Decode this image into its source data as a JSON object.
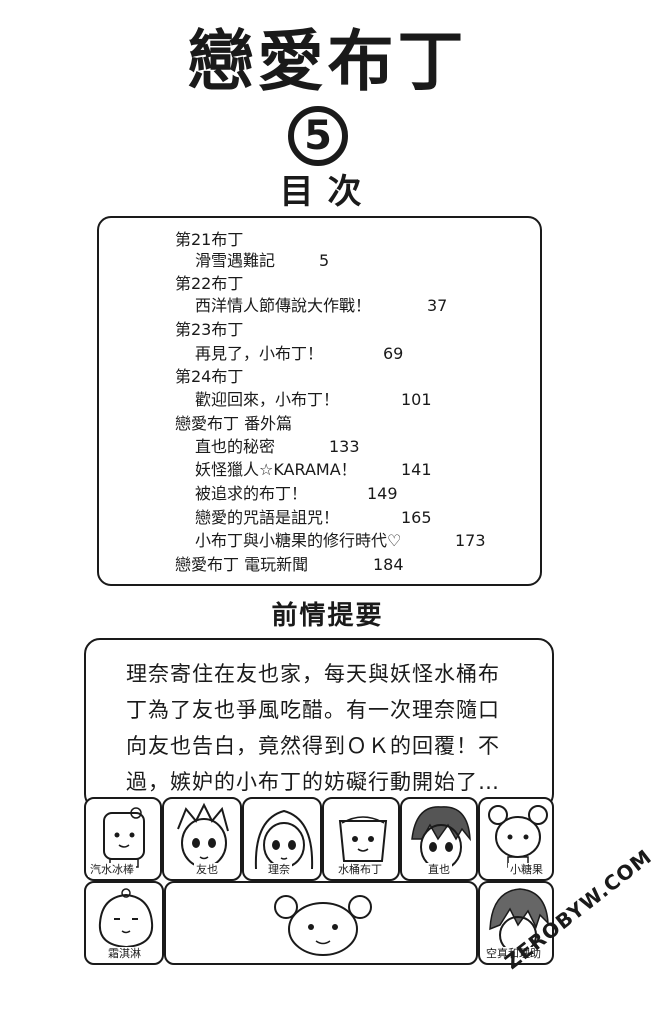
{
  "title": "戀愛布丁",
  "volume": "5",
  "toc": {
    "heading": "目次",
    "entries": [
      {
        "text": "第21布丁",
        "page": ""
      },
      {
        "text": "滑雪遇難記",
        "page": "5"
      },
      {
        "text": "第22布丁",
        "page": ""
      },
      {
        "text": "西洋情人節傳說大作戰！",
        "page": "37"
      },
      {
        "text": "第23布丁",
        "page": ""
      },
      {
        "text": "再見了，小布丁！",
        "page": "69"
      },
      {
        "text": "第24布丁",
        "page": ""
      },
      {
        "text": "歡迎回來，小布丁！",
        "page": "101"
      },
      {
        "text": "戀愛布丁 番外篇",
        "page": ""
      },
      {
        "text": "直也的秘密",
        "page": "133"
      },
      {
        "text": "妖怪獵人☆KARAMA！",
        "page": "141"
      },
      {
        "text": "被追求的布丁！",
        "page": "149"
      },
      {
        "text": "戀愛的咒語是詛咒！",
        "page": "165"
      },
      {
        "text": "小布丁與小糖果的修行時代♡",
        "page": "173"
      },
      {
        "text": "戀愛布丁 電玩新聞",
        "page": "184"
      }
    ]
  },
  "summary": {
    "heading": "前情提要",
    "lines": [
      "理奈寄住在友也家，每天與妖怪水桶布",
      "丁為了友也爭風吃醋。有一次理奈隨口",
      "向友也告白，竟然得到ＯＫ的回覆！不",
      "過，嫉妒的小布丁的妨礙行動開始了…"
    ]
  },
  "characters": [
    {
      "name": "汽水冰棒"
    },
    {
      "name": "友也"
    },
    {
      "name": "理奈"
    },
    {
      "name": "水桶布丁"
    },
    {
      "name": "直也"
    },
    {
      "name": "小糖果"
    },
    {
      "name": "霜淇淋"
    },
    {
      "name": "空真和理助"
    }
  ],
  "watermark": "ZEROBYW.COM"
}
